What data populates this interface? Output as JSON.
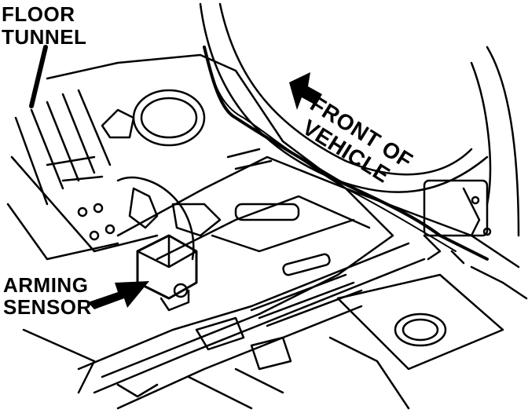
{
  "labels": {
    "floor_tunnel_line1": "FLOOR",
    "floor_tunnel_line2": "TUNNEL",
    "arming_sensor_line1": "ARMING",
    "arming_sensor_line2": "SENSOR",
    "front_of_vehicle_line1": "FRONT OF",
    "front_of_vehicle_line2": "VEHICLE"
  },
  "colors": {
    "ink": "#000000",
    "paper": "#ffffff"
  }
}
